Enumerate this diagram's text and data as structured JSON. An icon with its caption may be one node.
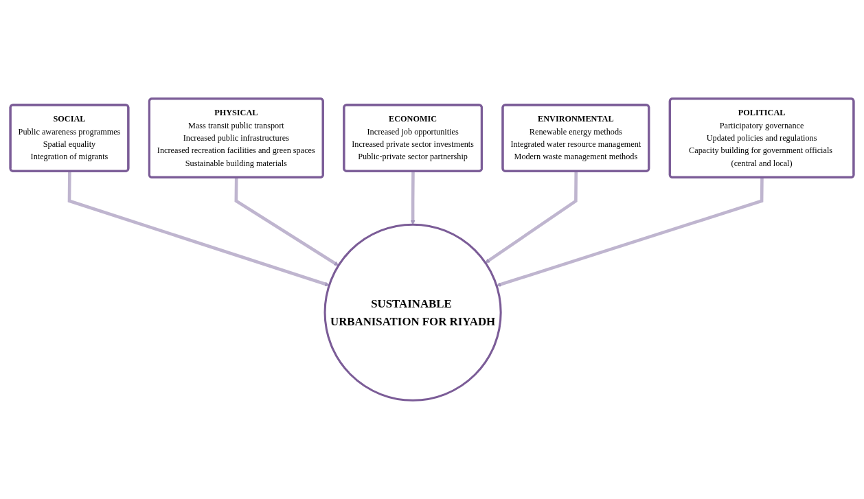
{
  "diagram": {
    "nodes": [
      {
        "text": [
          "PHYSICAL",
          "Mass transit public transport",
          "Increased public infrastructures",
          "Increased recreation facilities and green spaces",
          "Sustainable building materials"
        ]
      },
      {
        "text": [
          "SOCIAL",
          "Public awareness programmes",
          "Spatial equality",
          "Integration of migrants"
        ]
      },
      {
        "text": [
          "ECONOMIC",
          "Increased job opportunities",
          "Increased private sector investments",
          "Public-private sector partnership"
        ]
      },
      {
        "text": [
          "ENVIRONMENTAL",
          "Renewable energy methods",
          "Integrated water resource management",
          "Modern waste management methods"
        ]
      },
      {
        "text": [
          "SUSTAINABLE URBANISATION FOR RIYADH"
        ]
      },
      {
        "text": [
          "POLITICAL",
          "Participatory governance",
          "Updated policies and regulations",
          "Capacity building for government officials (central and local)"
        ]
      }
    ],
    "edges": [
      {
        "from": 1,
        "to": 4,
        "arrow": "to"
      },
      {
        "from": 0,
        "to": 4,
        "arrow": "to"
      },
      {
        "from": 2,
        "to": 4,
        "arrow": "to"
      },
      {
        "from": 3,
        "to": 4,
        "arrow": "to"
      },
      {
        "from": 5,
        "to": 4,
        "arrow": "to"
      }
    ]
  }
}
